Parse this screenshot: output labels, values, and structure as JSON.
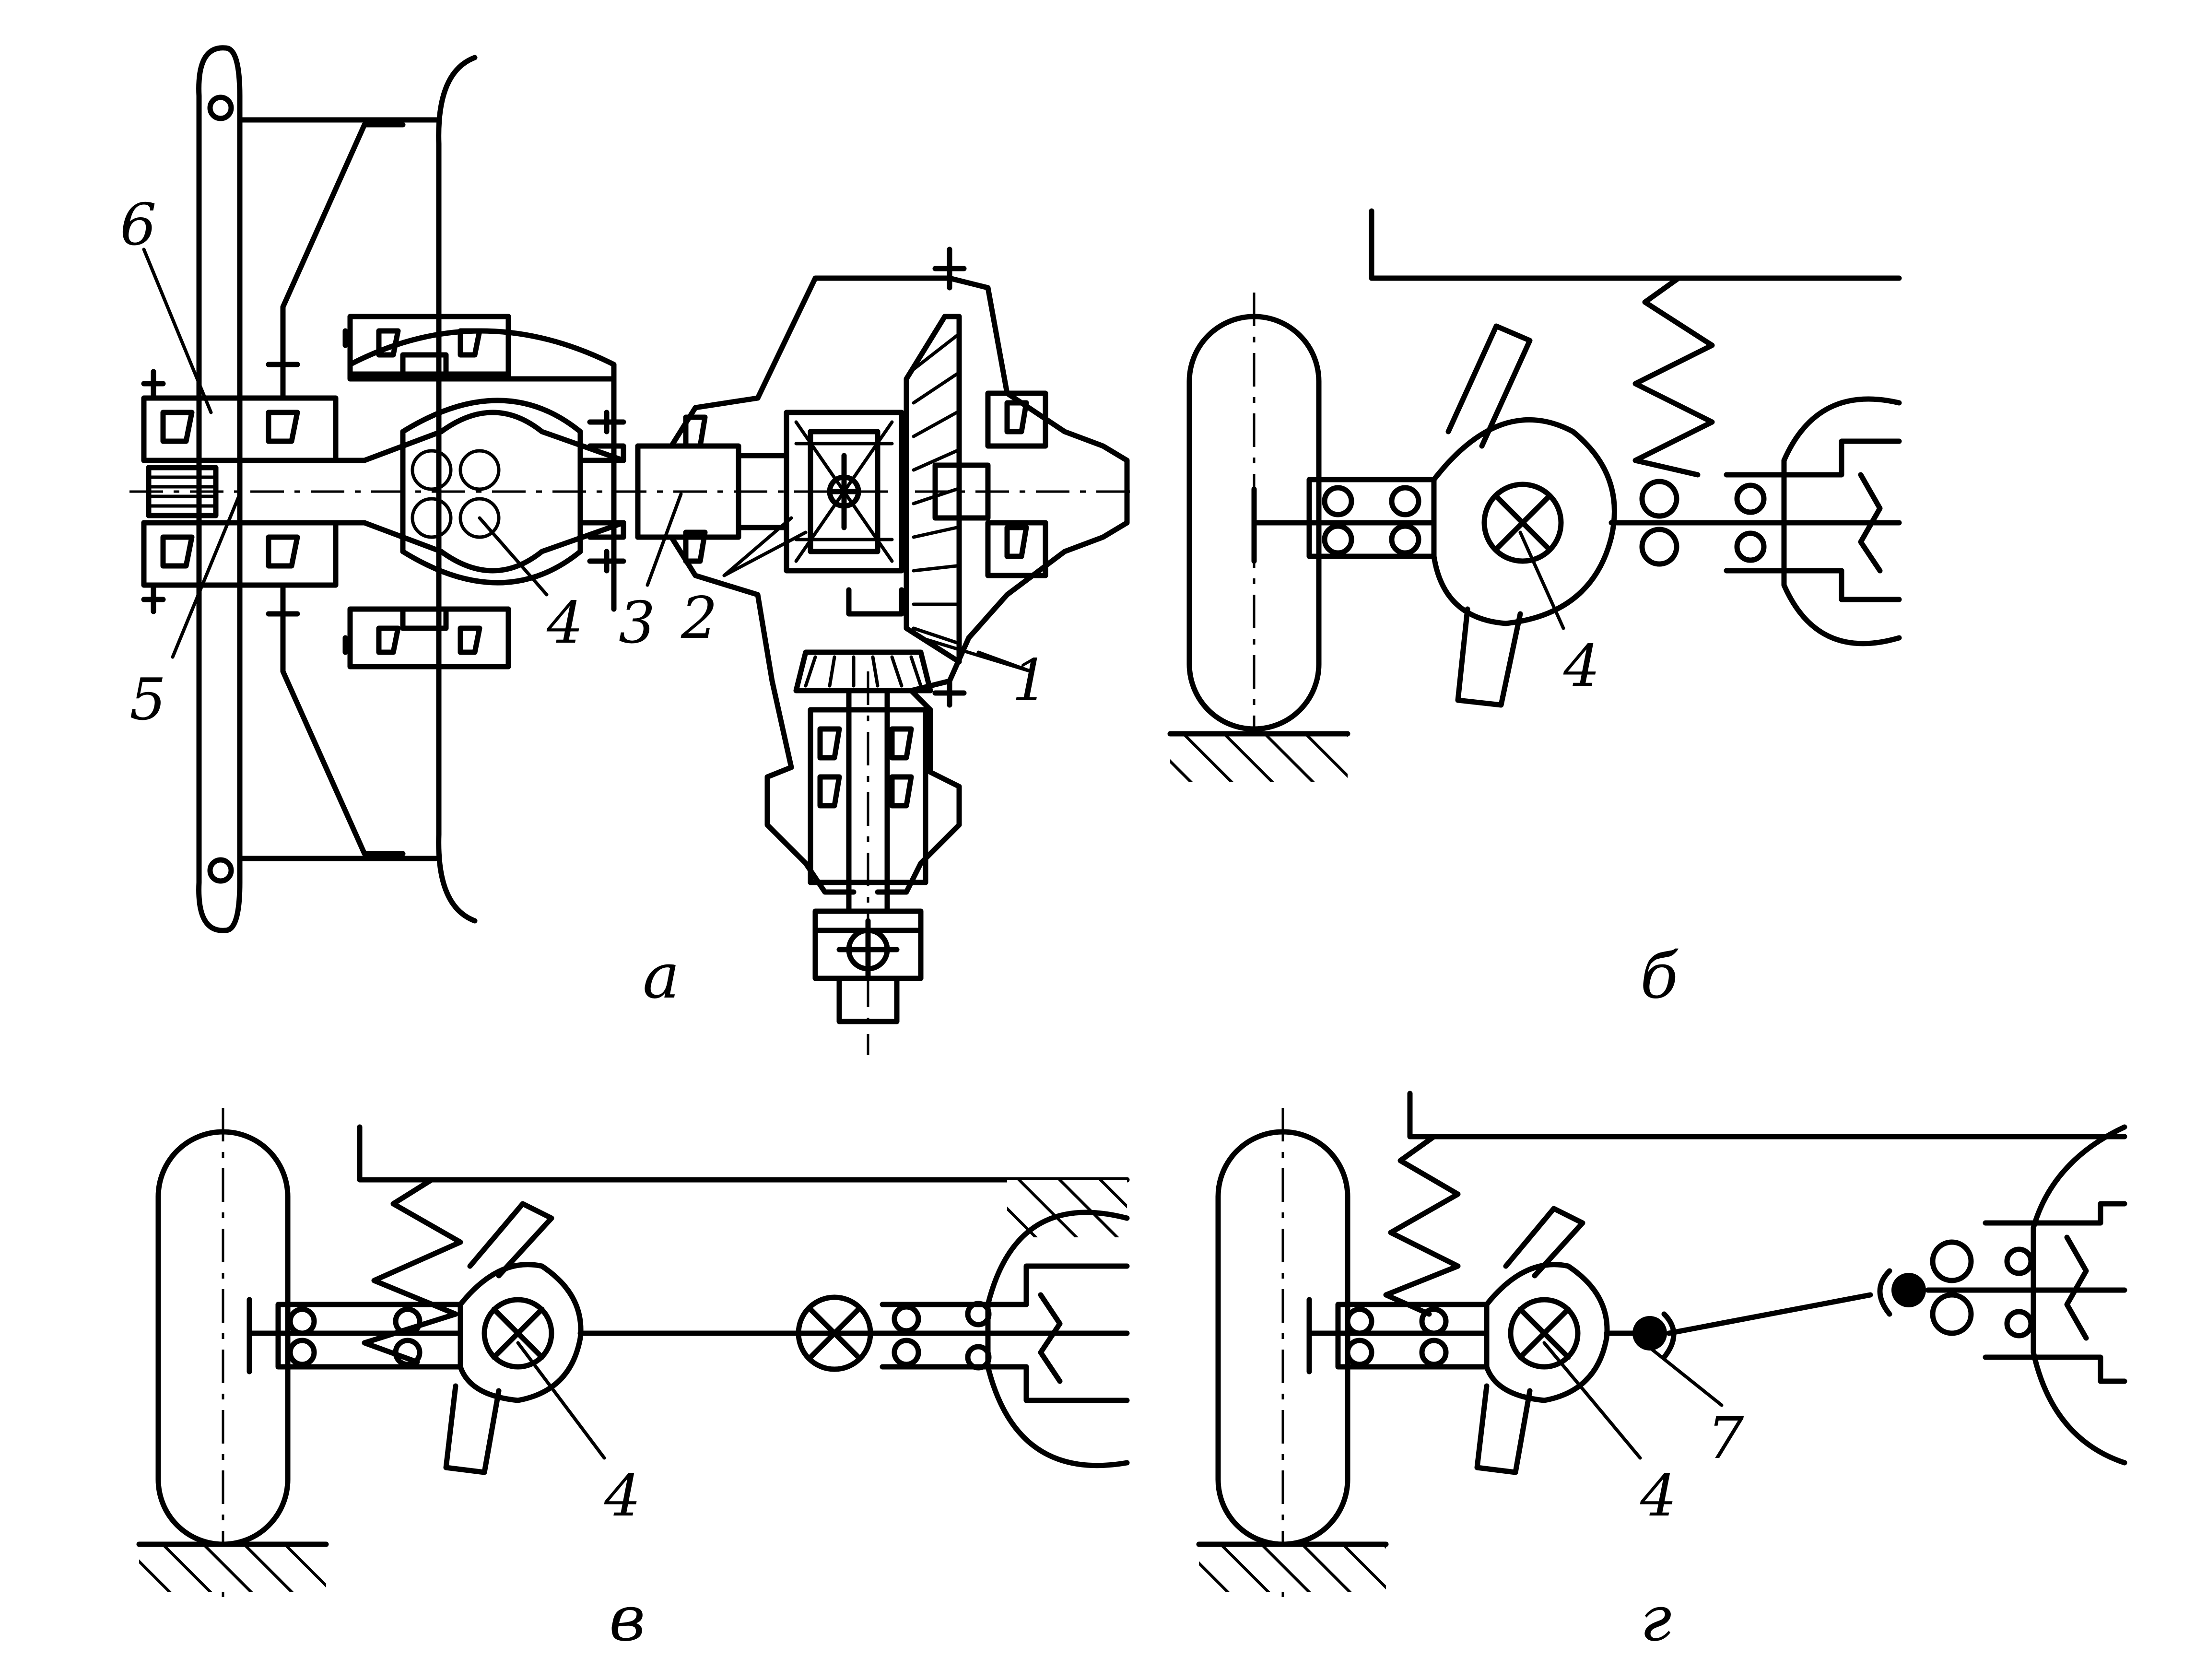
{
  "panels": {
    "a": {
      "caption": "а",
      "labels": [
        "1",
        "2",
        "3",
        "4",
        "5",
        "6"
      ]
    },
    "b": {
      "caption": "б",
      "labels": [
        "4"
      ]
    },
    "v": {
      "caption": "в",
      "labels": [
        "4"
      ]
    },
    "g": {
      "caption": "г",
      "labels": [
        "4",
        "7"
      ]
    }
  }
}
